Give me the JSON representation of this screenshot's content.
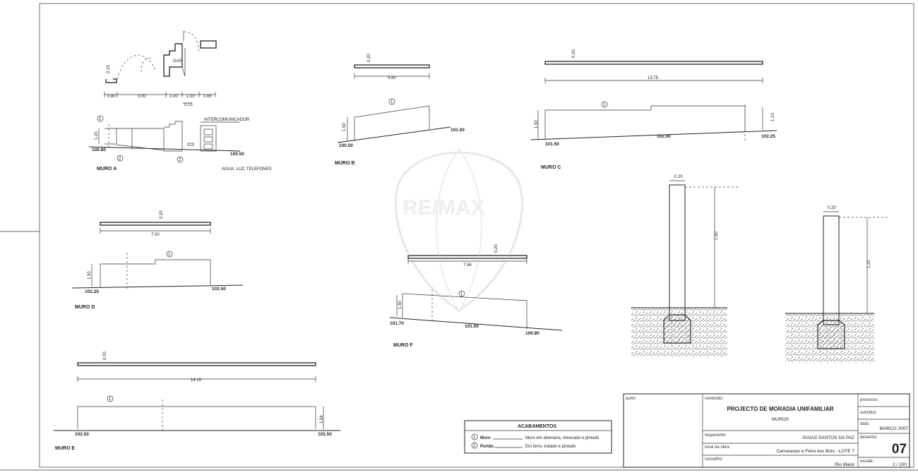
{
  "watermark": "RE/MAX",
  "muro_a": {
    "label": "MURO A",
    "plan_dims": [
      "0.80",
      "3.00",
      "1.00",
      "1.00",
      "1.65",
      "0.15",
      "0.15"
    ],
    "gas": "GAS",
    "intercom": "INTERCOMUNICADOR",
    "height": "1.20",
    "levels": [
      "100.80",
      "100.50"
    ],
    "utilities": "AGUA; LUZ; TELEFONES",
    "callouts": [
      "1",
      "2",
      "2"
    ]
  },
  "muro_b": {
    "label": "MURO B",
    "thickness": "0.20",
    "length": "4.80",
    "height": "1.50",
    "levels": [
      "100.50",
      "101.00"
    ],
    "callout": "1"
  },
  "muro_c": {
    "label": "MURO C",
    "thickness": "0.20",
    "length": "13.75",
    "heights": [
      "1.50",
      "1.10"
    ],
    "levels": [
      "101.50",
      "102.00",
      "102.25"
    ],
    "callout": "1"
  },
  "muro_d": {
    "label": "MURO D",
    "thickness": "0.20",
    "length": "7.00",
    "height": "1.50",
    "levels": [
      "102.25",
      "102.50"
    ],
    "callout": "1"
  },
  "muro_e": {
    "label": "MURO E",
    "thickness": "0.20",
    "length": "14.19",
    "height": "1.54",
    "levels": [
      "102.50",
      "102.50"
    ],
    "callout": "1"
  },
  "muro_f": {
    "label": "MURO F",
    "thickness": "0.20",
    "length": "7.56",
    "height": "1.50",
    "levels": [
      "101.70",
      "101.50",
      "100.80"
    ],
    "callout": "1"
  },
  "section_1": {
    "thickness": "0.20",
    "height": "1.50"
  },
  "section_2": {
    "thickness": "0.20",
    "height": "1.20"
  },
  "acabamentos": {
    "title": "ACABAMENTOS",
    "rows": [
      {
        "num": "1",
        "name": "Muro",
        "desc": "Muro em alvenaria, rebocado e pintado"
      },
      {
        "num": "2",
        "name": "Portão",
        "desc": "Em ferro, tratado e pintado"
      }
    ]
  },
  "title_block": {
    "autor_label": "autor:",
    "conteudo_label": "conteúdo:",
    "project_title": "PROJECTO DE MORADIA UNIFAMILIAR",
    "subtitle": "MUROS",
    "requerente_label": "requerente:",
    "requerente_value": "ISAIAS SANTOS DA PAZ",
    "local_label": "local da obra:",
    "local_value": "Carraxanas e Feira dos Bois - LOTE 7",
    "concelho_label": "concelho:",
    "concelho_value": "Rio Maior",
    "processo_label": "processo:",
    "substitui_label": "substitui:",
    "data_label": "data:",
    "data_value": "MARÇO 2007",
    "desenho_label": "desenho:",
    "desenho_value": "07",
    "escala_label": "escala:",
    "escala_value": "1 / 100"
  }
}
